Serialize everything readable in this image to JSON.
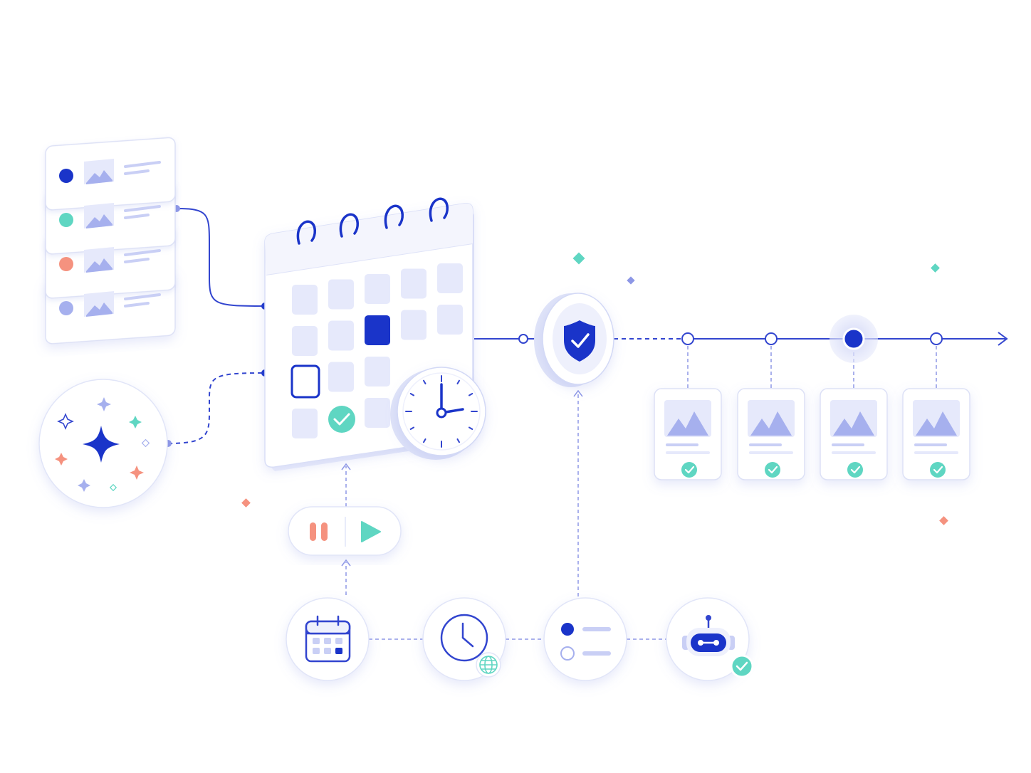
{
  "colors": {
    "primary": "#1a34c9",
    "primary_light": "#c9cff5",
    "primary_pale": "#e6e9fb",
    "line": "#3245cf",
    "line_dashed": "#8d97e6",
    "teal": "#5fd6c2",
    "coral": "#f5927f",
    "lavender": "#a6b0ee",
    "card_border": "#dde1f6",
    "background": "#ffffff"
  },
  "icons": {
    "media_list": [
      "dot-primary",
      "dot-teal",
      "dot-coral",
      "dot-lavender"
    ],
    "sparkle": "sparkle-icon",
    "calendar": "calendar-icon",
    "clock": "clock-icon",
    "shield": "shield-check-icon",
    "player": [
      "pause-icon",
      "play-icon"
    ],
    "bottom_nodes": [
      "calendar-icon",
      "clock-globe-icon",
      "list-options-icon",
      "robot-icon"
    ],
    "output_cards": [
      "image-check-icon",
      "image-check-icon",
      "image-check-icon",
      "image-check-icon"
    ]
  },
  "timeline": {
    "nodes": 4,
    "active_node": 3
  }
}
